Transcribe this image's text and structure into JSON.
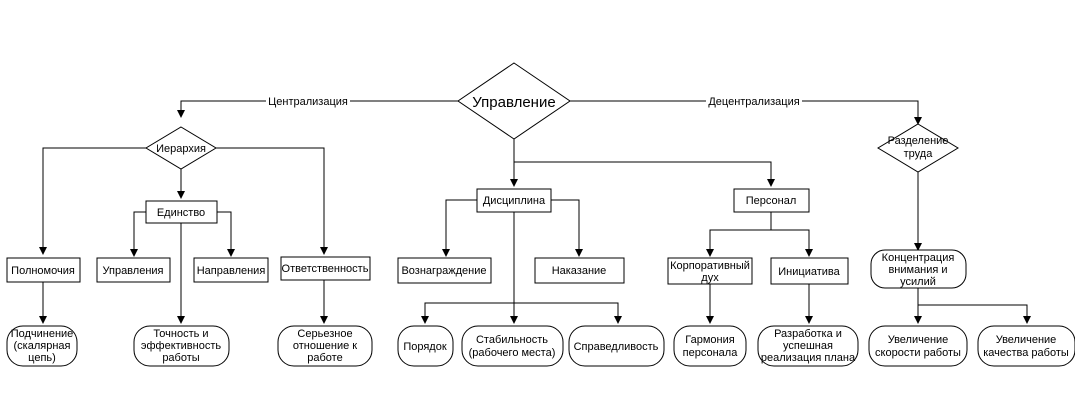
{
  "diagram": {
    "root": "Управление",
    "edges": {
      "left": "Централизация",
      "right": "Децентрализация"
    },
    "hierarchy": {
      "label": "Иерархия",
      "unity": "Единство",
      "powers": "Полномочия",
      "management": "Управления",
      "direction": "Направления",
      "responsibility": "Ответственность",
      "subordination": [
        "Подчинение",
        "(скалярная",
        "цепь)"
      ],
      "accuracy": [
        "Точность и",
        "эффективность",
        "работы"
      ],
      "serious": [
        "Серьезное",
        "отношение к",
        "работе"
      ]
    },
    "discipline": {
      "label": "Дисциплина",
      "reward": "Вознаграждение",
      "punishment": "Наказание",
      "order": "Порядок",
      "stability": [
        "Стабильность",
        "(рабочего места)"
      ],
      "fairness": "Справедливость"
    },
    "personnel": {
      "label": "Персонал",
      "corporate_spirit": [
        "Корпоративный",
        "дух"
      ],
      "initiative": "Инициатива",
      "harmony": [
        "Гармония",
        "персонала"
      ],
      "plan": [
        "Разработка и",
        "успешная",
        "реализация плана"
      ]
    },
    "division": {
      "label": [
        "Разделение",
        "труда"
      ],
      "concentration": [
        "Концентрация",
        "внимания и",
        "усилий"
      ],
      "speed": [
        "Увеличение",
        "скорости работы"
      ],
      "quality": [
        "Увеличение",
        "качества работы"
      ]
    }
  }
}
